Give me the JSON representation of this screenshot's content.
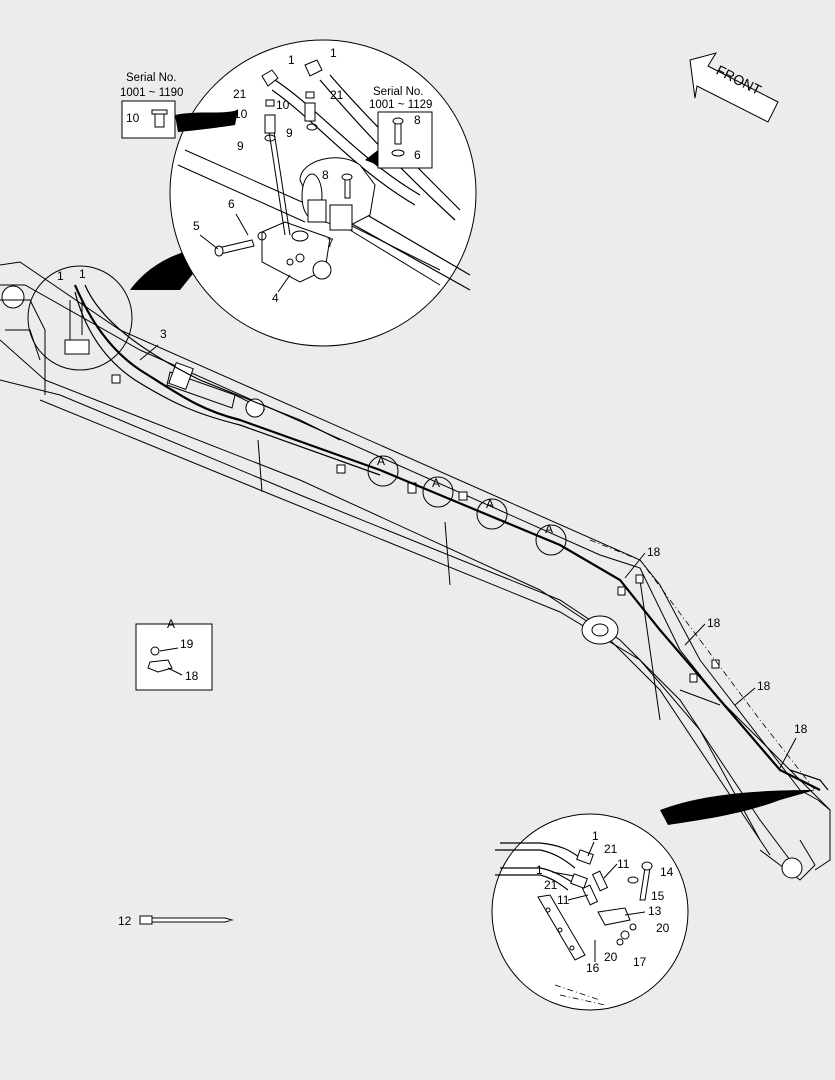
{
  "front_label": "FRONT",
  "serial_left": {
    "line1": "Serial No.",
    "line2": "1001 ~ 1190",
    "part": "10"
  },
  "serial_right": {
    "line1": "Serial No.",
    "line2": "1001 ~ 1129",
    "part_a": "8",
    "part_b": "6"
  },
  "detail_a": {
    "title": "A",
    "part_a": "19",
    "part_b": "18"
  },
  "tie_label": "12",
  "callout_a": "A",
  "top_detail_labels": [
    "1",
    "1",
    "21",
    "21",
    "10",
    "10",
    "9",
    "9",
    "8",
    "6",
    "5",
    "7",
    "4"
  ],
  "boom_labels": [
    "1",
    "1",
    "3",
    "18",
    "18",
    "18",
    "18"
  ],
  "bottom_detail_labels": [
    "1",
    "21",
    "11",
    "14",
    "1",
    "21",
    "15",
    "11",
    "13",
    "20",
    "16",
    "20",
    "17"
  ]
}
